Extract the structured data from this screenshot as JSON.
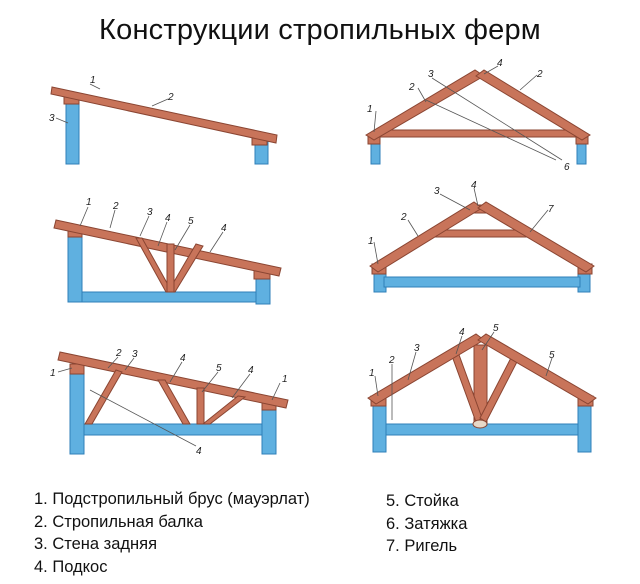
{
  "title": "Конструкции стропильных ферм",
  "legend_left": [
    "1. Подстропильный брус (мауэрлат)",
    "2. Стропильная балка",
    "3. Стена задняя",
    "4. Подкос"
  ],
  "legend_right": [
    "5. Стойка",
    "6. Затяжка",
    "7. Ригель"
  ],
  "callouts": {
    "d1": [
      "1",
      "2",
      "3"
    ],
    "d2": [
      "1",
      "2",
      "3",
      "4",
      "5",
      "4"
    ],
    "d3": [
      "1",
      "2",
      "3",
      "4",
      "5",
      "4",
      "1",
      "4"
    ],
    "d4": [
      "1",
      "2",
      "3",
      "4",
      "2",
      "6"
    ],
    "d5": [
      "1",
      "2",
      "3",
      "4",
      "7"
    ],
    "d6": [
      "1",
      "2",
      "3",
      "4",
      "5",
      "5"
    ]
  },
  "colors": {
    "wood": "#c8745a",
    "wood_dark": "#8a4532",
    "wall": "#5fb0e0",
    "wall_dark": "#2f7fb8",
    "leader": "#555555"
  }
}
